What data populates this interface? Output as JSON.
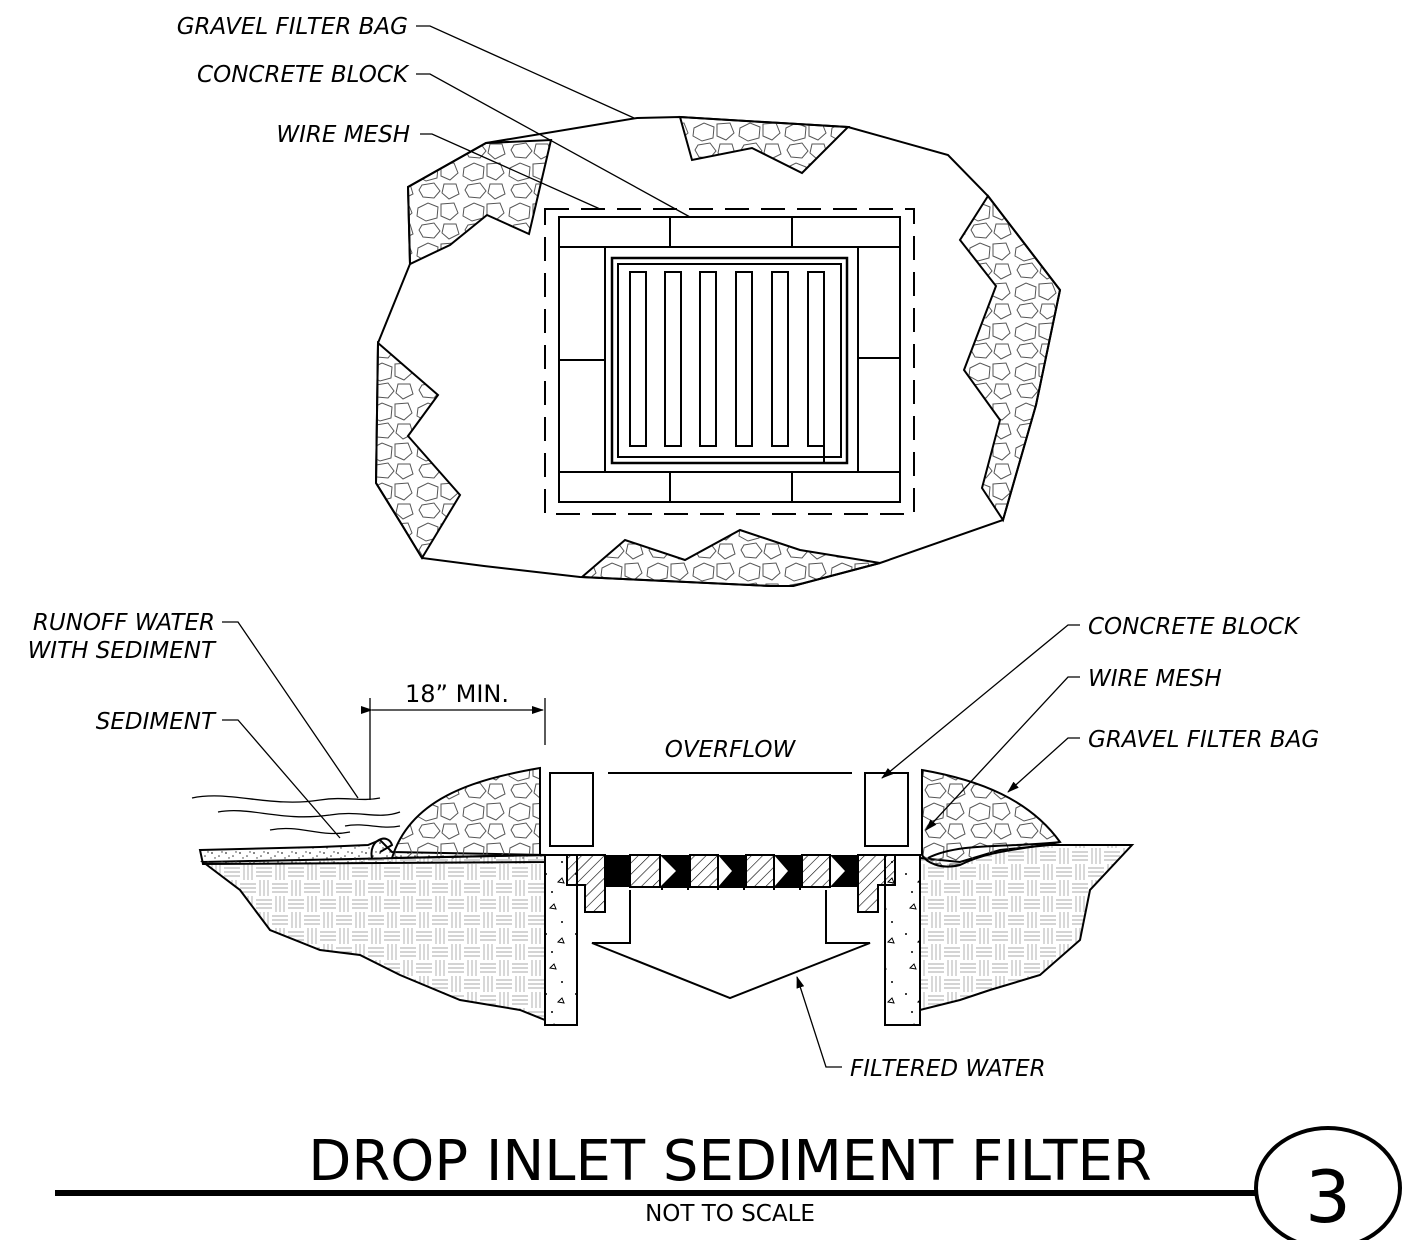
{
  "plan_view": {
    "labels": {
      "gravel_filter_bag": "GRAVEL FILTER BAG",
      "concrete_block": "CONCRETE BLOCK",
      "wire_mesh": "WIRE MESH"
    }
  },
  "section_view": {
    "labels": {
      "runoff_water_line1": "RUNOFF WATER",
      "runoff_water_line2": "WITH SEDIMENT",
      "sediment": "SEDIMENT",
      "dimension": "18” MIN.",
      "overflow": "OVERFLOW",
      "concrete_block": "CONCRETE BLOCK",
      "wire_mesh": "WIRE MESH",
      "gravel_filter_bag": "GRAVEL FILTER BAG",
      "filtered_water": "FILTERED WATER"
    }
  },
  "title_block": {
    "title": "DROP INLET SEDIMENT FILTER",
    "scale_note": "NOT TO SCALE",
    "detail_number": "3"
  }
}
